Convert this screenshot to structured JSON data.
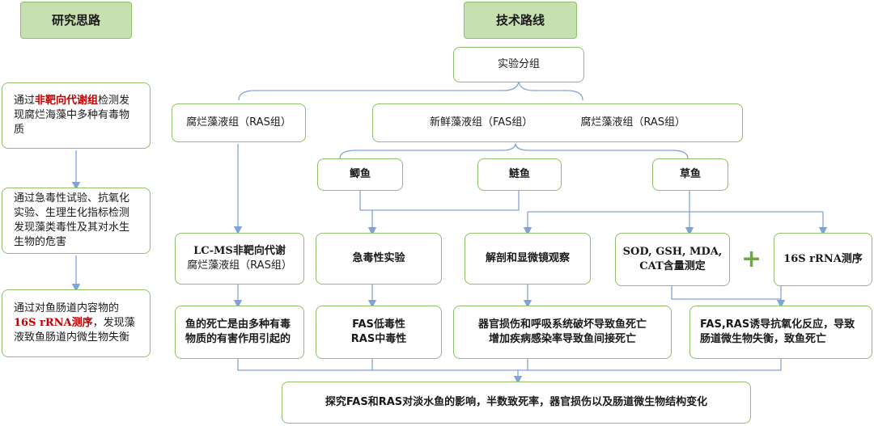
{
  "headers": {
    "research": "研究思路",
    "route": "技术路线"
  },
  "left": {
    "step1": {
      "pre": "通过",
      "hl": "非靶向代谢组",
      "post": "检测发现腐烂海藻中多种有毒物质"
    },
    "step2": "通过急毒性试验、抗氧化实验、生理生化指标检测发现藻类毒性及其对水生生物的危害",
    "step3": {
      "pre": "通过对鱼肠道内容物的",
      "hl": "16S rRNA测序",
      "post": "，发现藻液致鱼肠道内微生物失衡"
    }
  },
  "grouping": "实验分组",
  "ras_group": "腐烂藻液组（RAS组）",
  "group_pair": {
    "fas": "新鲜藻液组（FAS组）",
    "ras": "腐烂藻液组（RAS组）"
  },
  "fish": {
    "f1": "鲫鱼",
    "f2": "鲢鱼",
    "f3": "草鱼"
  },
  "methods": {
    "lcms_line1": "LC-MS非靶向代谢",
    "lcms_line2": "腐烂藻液组（RAS组）",
    "acute": "急毒性实验",
    "dissect": "解剖和显微镜观察",
    "sod_line1": "SOD, GSH, MDA,",
    "sod_line2": "CAT含量测定",
    "rrna": "16S rRNA测序",
    "plus": "+"
  },
  "results": {
    "r1": "鱼的死亡是由多种有毒物质的有害作用引起的",
    "r2_line1": "FAS低毒性",
    "r2_line2": "RAS中毒性",
    "r3_line1": "器官损伤和呼吸系统破坏导致鱼死亡",
    "r3_line2": "增加疾病感染率导致鱼间接死亡",
    "r4": "FAS,RAS诱导抗氧化反应，导致肠道微生物失衡，致鱼死亡"
  },
  "conclusion": "探究FAS和RAS对淡水鱼的影响，半数致死率，器官损伤以及肠道微生物结构变化",
  "colors": {
    "border": "#8fbf6a",
    "header_fill": "#c6e0b0",
    "line": "#7fa3d8",
    "highlight": "#c00000"
  }
}
